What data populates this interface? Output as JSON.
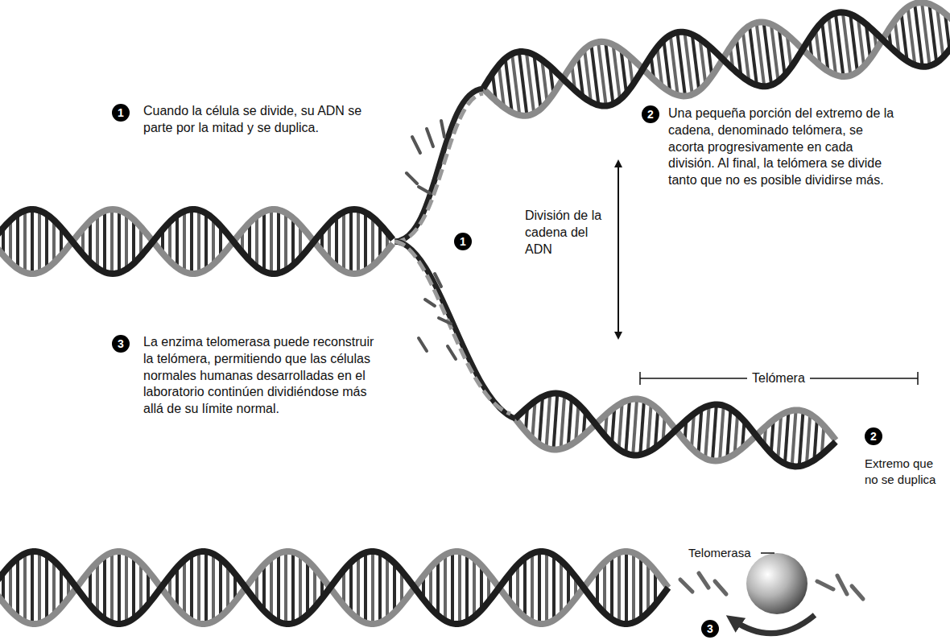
{
  "diagram": {
    "labels": [
      "1",
      "Cuando la célula se divide, su ADN se parte por la mitad y se duplica.",
      "2",
      "Una pequeña porción del extremo de la cadena, denominado telómera, se acorta progresivamente en cada división. Al final, la telómera se divide tanto que no es posible dividirse más.",
      "División de la cadena del ADN",
      "1",
      "3",
      "La enzima telomerasa puede reconstruir la telómera, permitiendo que las células normales humanas desarrolladas en el laboratorio continúen dividiéndose más allá de su límite normal.",
      "Telómera",
      "2",
      "Extremo que no se duplica",
      "Telomerasa",
      "3"
    ]
  }
}
